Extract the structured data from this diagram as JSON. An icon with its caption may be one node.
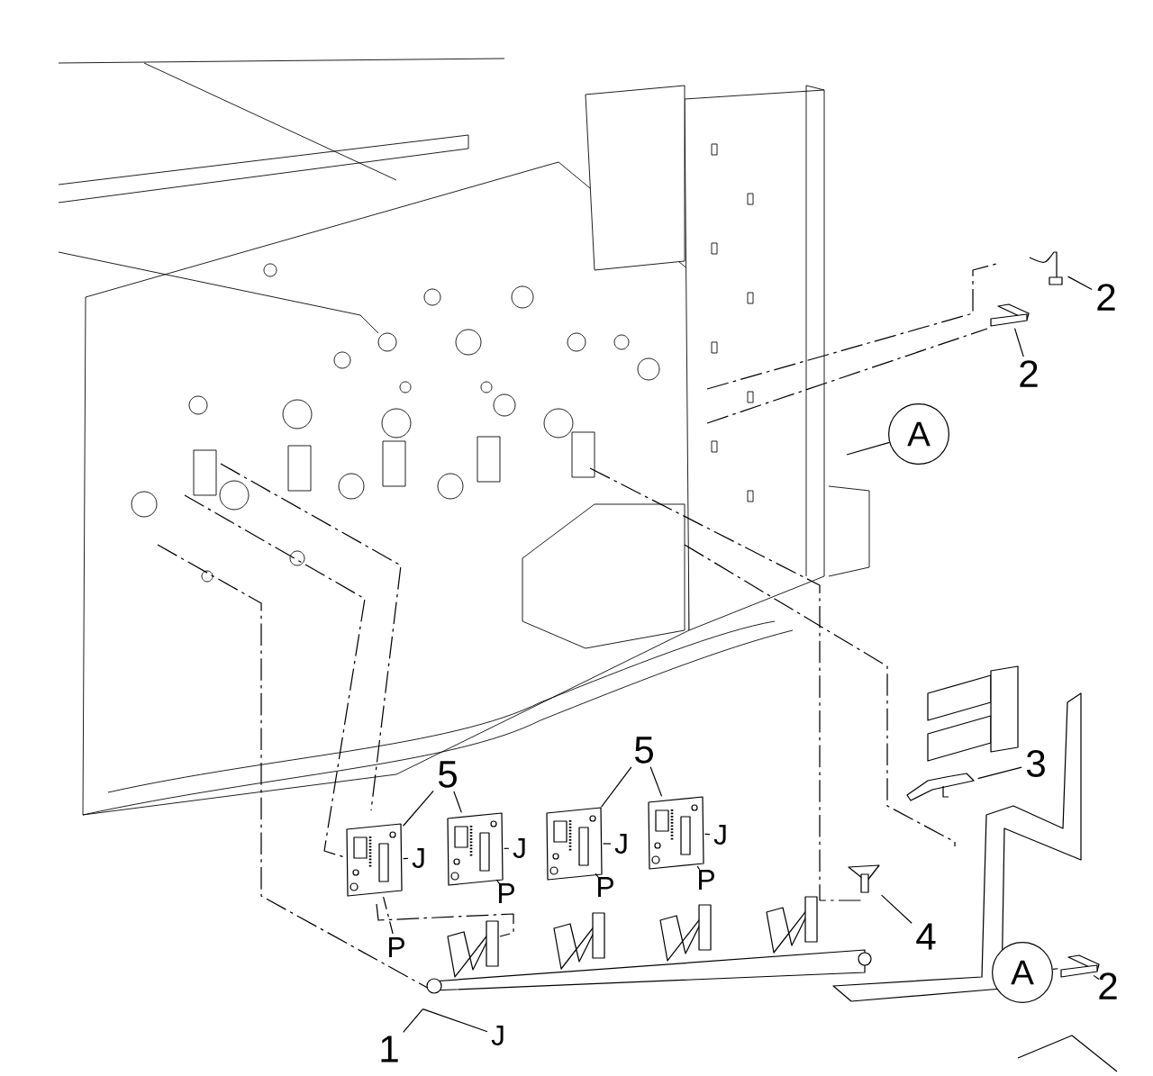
{
  "diagram": {
    "nodes": [
      {
        "text": [
          "2"
        ]
      },
      {
        "text": [],
        "shape": "picture"
      },
      {
        "text": [
          "2"
        ]
      },
      {
        "text": [],
        "shape": "picture"
      },
      {
        "text": [
          "A"
        ]
      },
      {
        "text": [
          "3"
        ]
      },
      {
        "text": [],
        "shape": "picture"
      },
      {
        "text": [
          "4"
        ]
      },
      {
        "text": [],
        "shape": "picture"
      },
      {
        "text": [
          "5"
        ]
      },
      {
        "text": [
          "5"
        ]
      },
      {
        "text": [],
        "shape": "picture"
      },
      {
        "text": [],
        "shape": "picture"
      },
      {
        "text": [],
        "shape": "picture"
      },
      {
        "text": [],
        "shape": "picture"
      },
      {
        "text": [
          "J"
        ]
      },
      {
        "text": [
          "J"
        ]
      },
      {
        "text": [
          "J"
        ]
      },
      {
        "text": [
          "J"
        ]
      },
      {
        "text": [
          "P"
        ]
      },
      {
        "text": [
          "P"
        ]
      },
      {
        "text": [
          "P"
        ]
      },
      {
        "text": [
          "P"
        ]
      },
      {
        "text": [
          "1"
        ]
      },
      {
        "text": [],
        "shape": "picture"
      },
      {
        "text": [
          "J"
        ]
      },
      {
        "text": [
          "A"
        ]
      },
      {
        "text": [],
        "shape": "picture"
      },
      {
        "text": [
          "2"
        ]
      }
    ],
    "edges": [
      {
        "from": 0,
        "to": 1,
        "arrow": "none"
      },
      {
        "from": 2,
        "to": 3,
        "arrow": "none"
      },
      {
        "from": 4,
        "to": null,
        "arrow": "none"
      },
      {
        "from": 5,
        "to": 6,
        "arrow": "none"
      },
      {
        "from": 7,
        "to": 8,
        "arrow": "none"
      },
      {
        "from": 9,
        "to": 11,
        "arrow": "none"
      },
      {
        "from": 9,
        "to": 12,
        "arrow": "none"
      },
      {
        "from": 10,
        "to": 13,
        "arrow": "none"
      },
      {
        "from": 10,
        "to": 14,
        "arrow": "none"
      },
      {
        "from": 15,
        "to": 11,
        "arrow": "none"
      },
      {
        "from": 16,
        "to": 12,
        "arrow": "none"
      },
      {
        "from": 17,
        "to": 13,
        "arrow": "none"
      },
      {
        "from": 18,
        "to": 14,
        "arrow": "none"
      },
      {
        "from": 19,
        "to": 11,
        "arrow": "none",
        "style": "dashed"
      },
      {
        "from": 20,
        "to": 12,
        "arrow": "none"
      },
      {
        "from": 21,
        "to": 13,
        "arrow": "none"
      },
      {
        "from": 22,
        "to": 14,
        "arrow": "none"
      },
      {
        "from": 23,
        "to": 24,
        "arrow": "none"
      },
      {
        "from": 25,
        "to": 24,
        "arrow": "none"
      },
      {
        "from": 26,
        "to": 27,
        "arrow": "none"
      },
      {
        "from": 28,
        "to": 27,
        "arrow": "none"
      }
    ]
  }
}
